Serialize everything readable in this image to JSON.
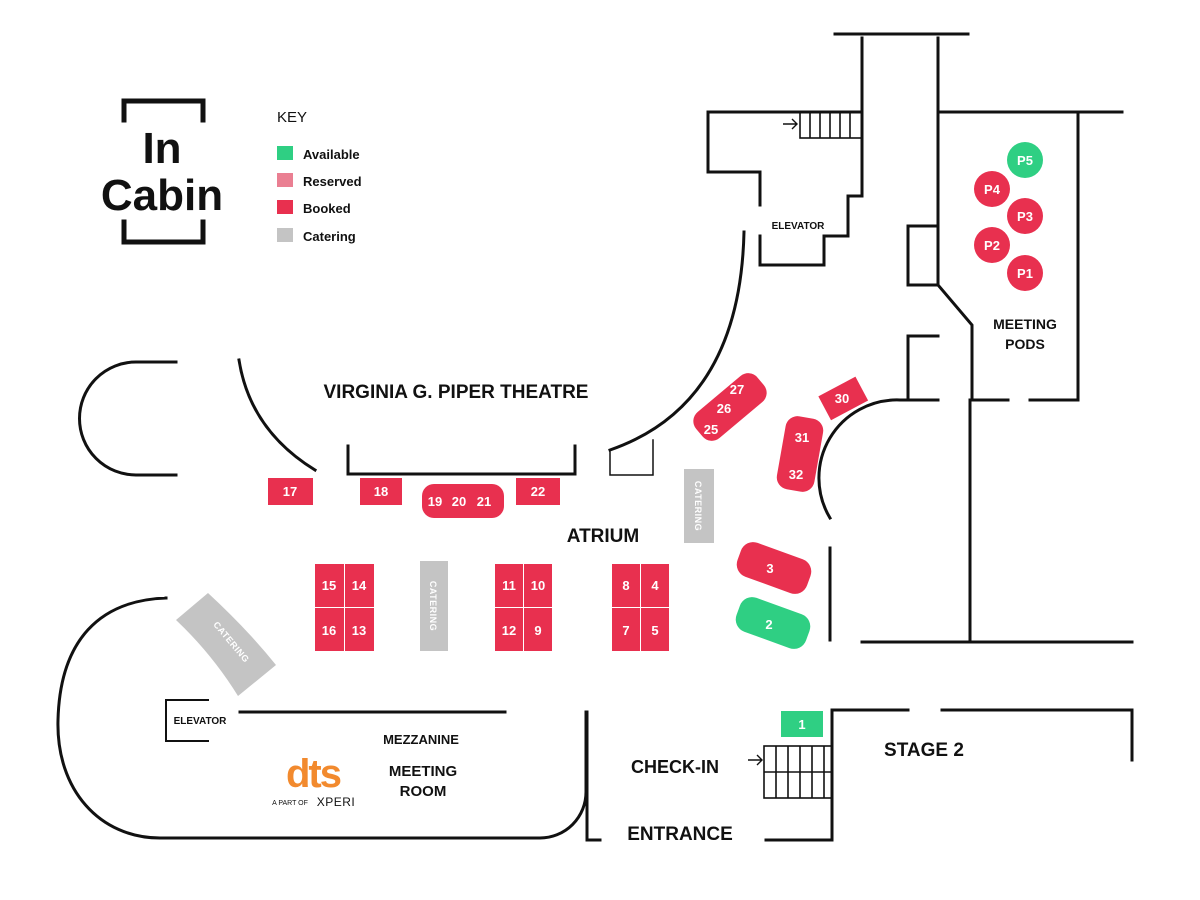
{
  "logo": {
    "line1": "In",
    "line2": "Cabin"
  },
  "key": {
    "title": "KEY",
    "items": [
      {
        "label": "Available",
        "color": "#2fcf83"
      },
      {
        "label": "Reserved",
        "color": "#ea7f92"
      },
      {
        "label": "Booked",
        "color": "#e8304f"
      },
      {
        "label": "Catering",
        "color": "#c4c4c4"
      }
    ]
  },
  "labels": {
    "theatre": "VIRGINIA G. PIPER THEATRE",
    "atrium": "ATRIUM",
    "elevator_top": "ELEVATOR",
    "elevator_left": "ELEVATOR",
    "meeting_pods_1": "MEETING",
    "meeting_pods_2": "PODS",
    "mezzanine": "MEZZANINE",
    "meeting_room_1": "MEETING",
    "meeting_room_2": "ROOM",
    "check_in": "CHECK-IN",
    "entrance": "ENTRANCE",
    "stage2": "STAGE 2"
  },
  "sponsor": {
    "name": "dts",
    "tagline_pre": "A PART OF",
    "tagline_brand": "XPERI"
  },
  "catering_label": "CATERING",
  "booths": {
    "b1": "1",
    "b2": "2",
    "b3": "3",
    "b4": "4",
    "b5": "5",
    "b7": "7",
    "b8": "8",
    "b9": "9",
    "b10": "10",
    "b11": "11",
    "b12": "12",
    "b13": "13",
    "b14": "14",
    "b15": "15",
    "b16": "16",
    "b17": "17",
    "b18": "18",
    "b19": "19",
    "b20": "20",
    "b21": "21",
    "b22": "22",
    "b25": "25",
    "b26": "26",
    "b27": "27",
    "b30": "30",
    "b31": "31",
    "b32": "32",
    "p1": "P1",
    "p2": "P2",
    "p3": "P3",
    "p4": "P4",
    "p5": "P5"
  },
  "status": {
    "available": [
      "1",
      "2",
      "P5"
    ],
    "booked": [
      "3",
      "4",
      "5",
      "7",
      "8",
      "9",
      "10",
      "11",
      "12",
      "13",
      "14",
      "15",
      "16",
      "17",
      "18",
      "19",
      "20",
      "21",
      "22",
      "25",
      "26",
      "27",
      "30",
      "31",
      "32",
      "P1",
      "P2",
      "P3",
      "P4"
    ],
    "reserved": []
  }
}
